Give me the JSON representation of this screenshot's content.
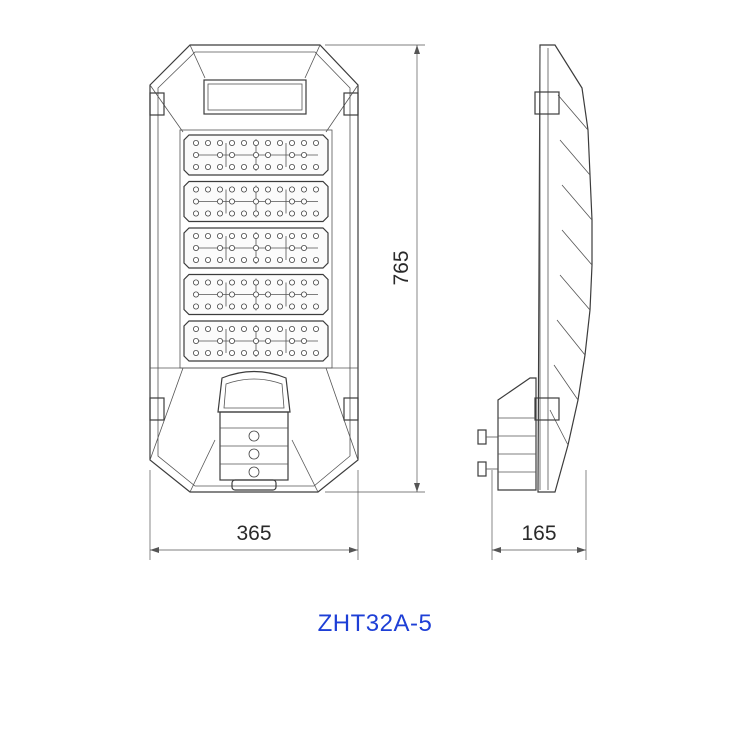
{
  "dimensions": {
    "height": "765",
    "width": "365",
    "depth": "165"
  },
  "model": "ZHT32A-5",
  "colors": {
    "line": "#3c3c3c",
    "model_label": "#1e3fd6"
  }
}
